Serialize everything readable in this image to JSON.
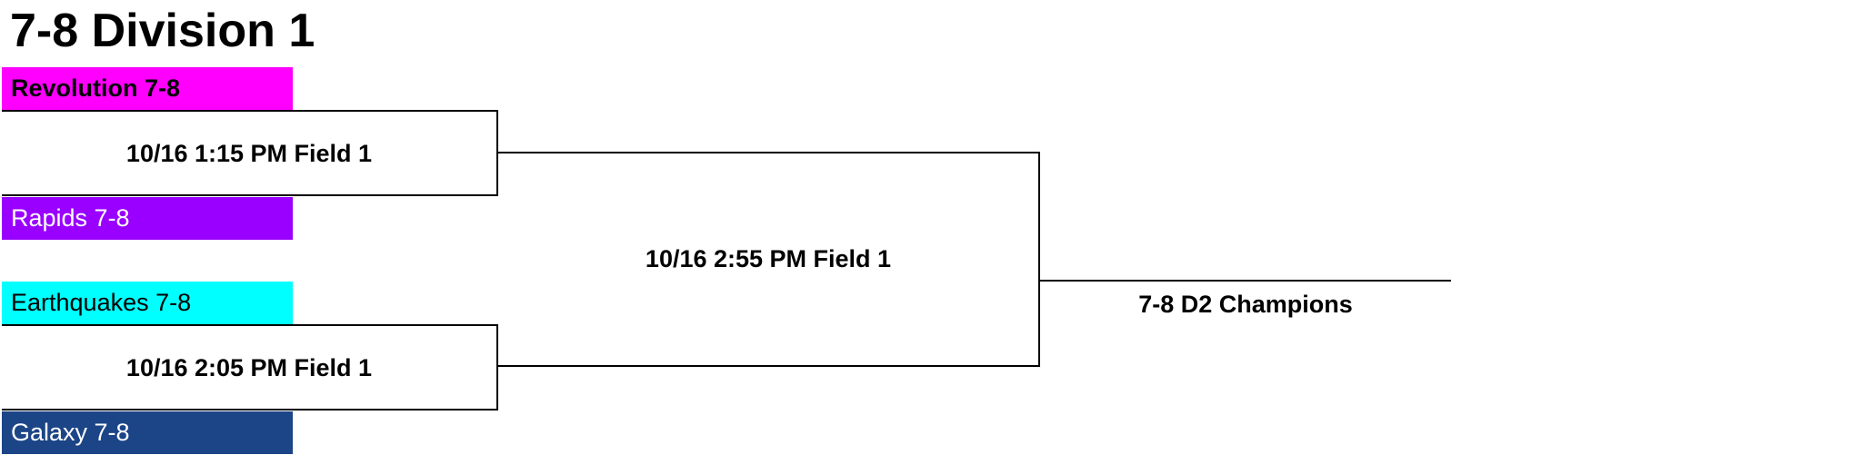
{
  "title": "7-8 Division 1",
  "teams": [
    {
      "name": "Revolution 7-8",
      "color": "#ff00ff",
      "text_color": "#000000"
    },
    {
      "name": "Rapids 7-8",
      "color": "#9900ff",
      "text_color": "#ffffff"
    },
    {
      "name": "Earthquakes 7-8",
      "color": "#00ffff",
      "text_color": "#000000"
    },
    {
      "name": "Galaxy 7-8",
      "color": "#1c4587",
      "text_color": "#ffffff"
    }
  ],
  "games": [
    {
      "label": "10/16 1:15 PM Field 1"
    },
    {
      "label": "10/16 2:05 PM Field 1"
    },
    {
      "label": "10/16 2:55 PM Field 1"
    }
  ],
  "champion_label": "7-8 D2 Champions"
}
